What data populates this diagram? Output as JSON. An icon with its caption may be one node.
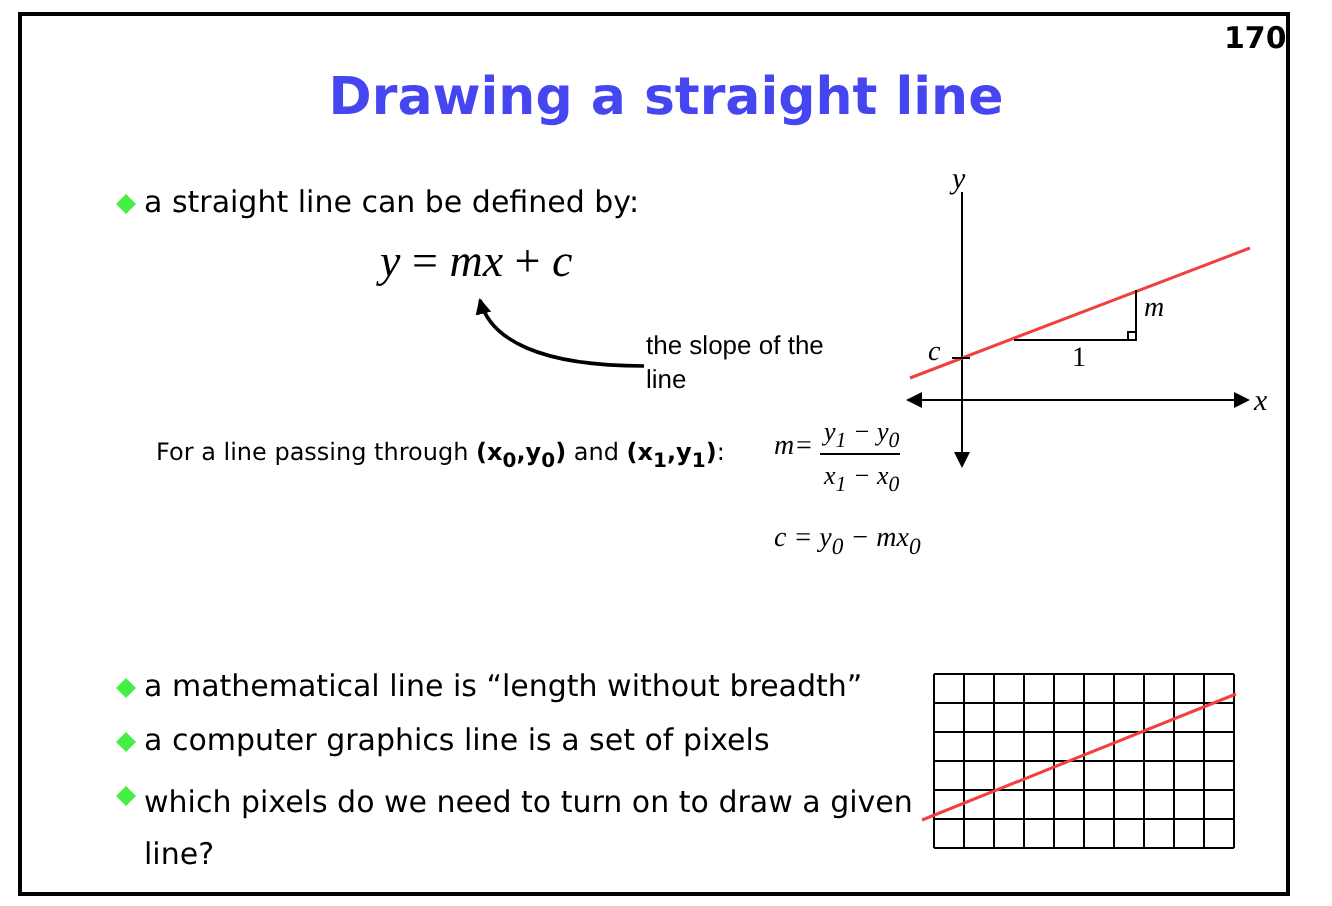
{
  "diagram": {
    "title": "Drawing a straight line",
    "nodes": [
      {
        "text": [
          "the slope of the line"
        ]
      },
      {
        "text": [
          "*y* = *mx* + *c*"
        ]
      }
    ],
    "edges": [
      {
        "from": 0,
        "to": 1,
        "arrow": "to"
      }
    ],
    "labels": [
      "170",
      "a straight line can be defined by:",
      "y",
      "m",
      "c",
      "1",
      "x",
      "For a line passing through **(x$_{0}$,y$_{0}$)** and **(x$_{1}$,y$_{1}$)**:",
      "m=",
      "y$_{1}$ − y$_{0}$",
      "x$_{1}$ − x$_{0}$",
      "c = y$_{0}$ − mx$_{0}$",
      "a mathematical line is “length without breadth”",
      "a computer graphics line is a set of pixels",
      "which pixels do we need to turn on to draw a given line?"
    ]
  }
}
